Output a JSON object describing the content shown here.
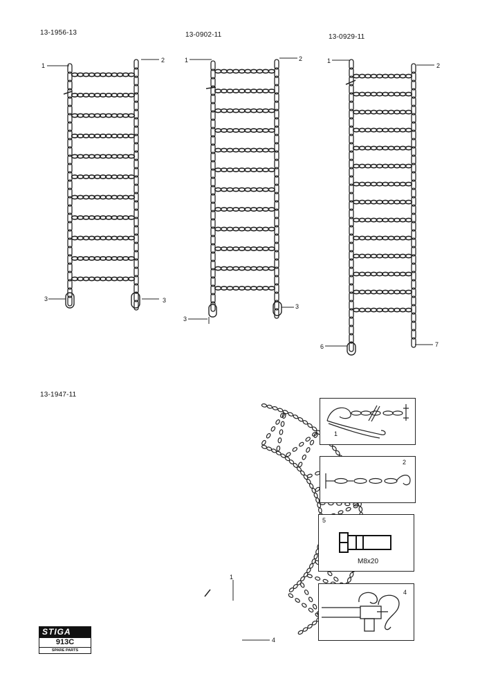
{
  "parts": {
    "p1": "13-1956-13",
    "p2": "13-0902-11",
    "p3": "13-0929-11",
    "p4": "13-1947-11"
  },
  "callouts": {
    "c1": "1",
    "c2": "2",
    "c3": "3",
    "c4": "4",
    "c5": "5",
    "c6": "6",
    "c7": "7"
  },
  "details": {
    "d1_num": "1",
    "d2_num": "2",
    "d3_num": "5",
    "d3_text": "M8x20",
    "d4_num": "4"
  },
  "logo": {
    "brand": "STIGA",
    "model": "913C",
    "sub": "SPARE PARTS"
  }
}
